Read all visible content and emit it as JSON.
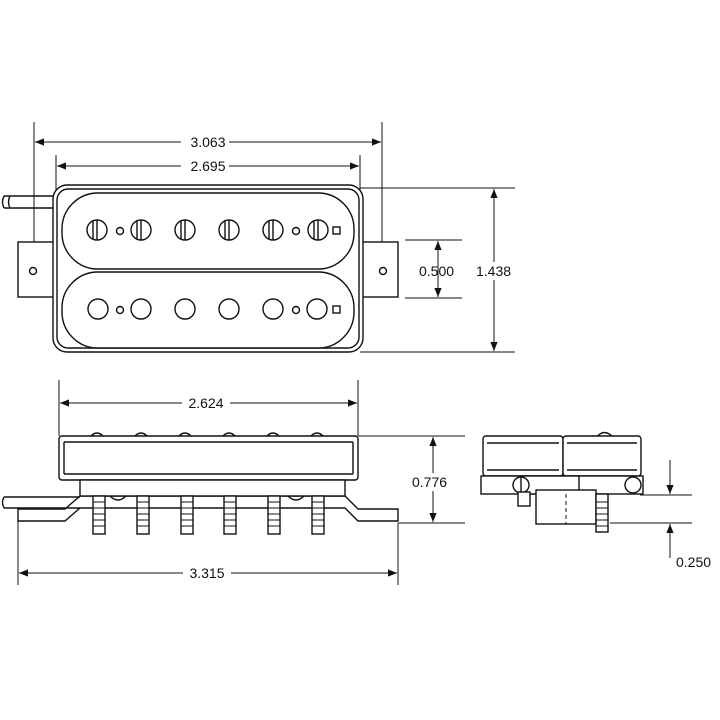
{
  "dimensions": {
    "overall_length_with_ears": "3.063",
    "cover_length": "2.695",
    "pole_spacing": "0.500",
    "overall_width": "1.438",
    "base_length": "2.624",
    "height": "0.776",
    "overall_baseplate_length": "3.315",
    "leg_height": "0.250"
  },
  "colors": {
    "line": "#111111",
    "background": "#ffffff"
  }
}
